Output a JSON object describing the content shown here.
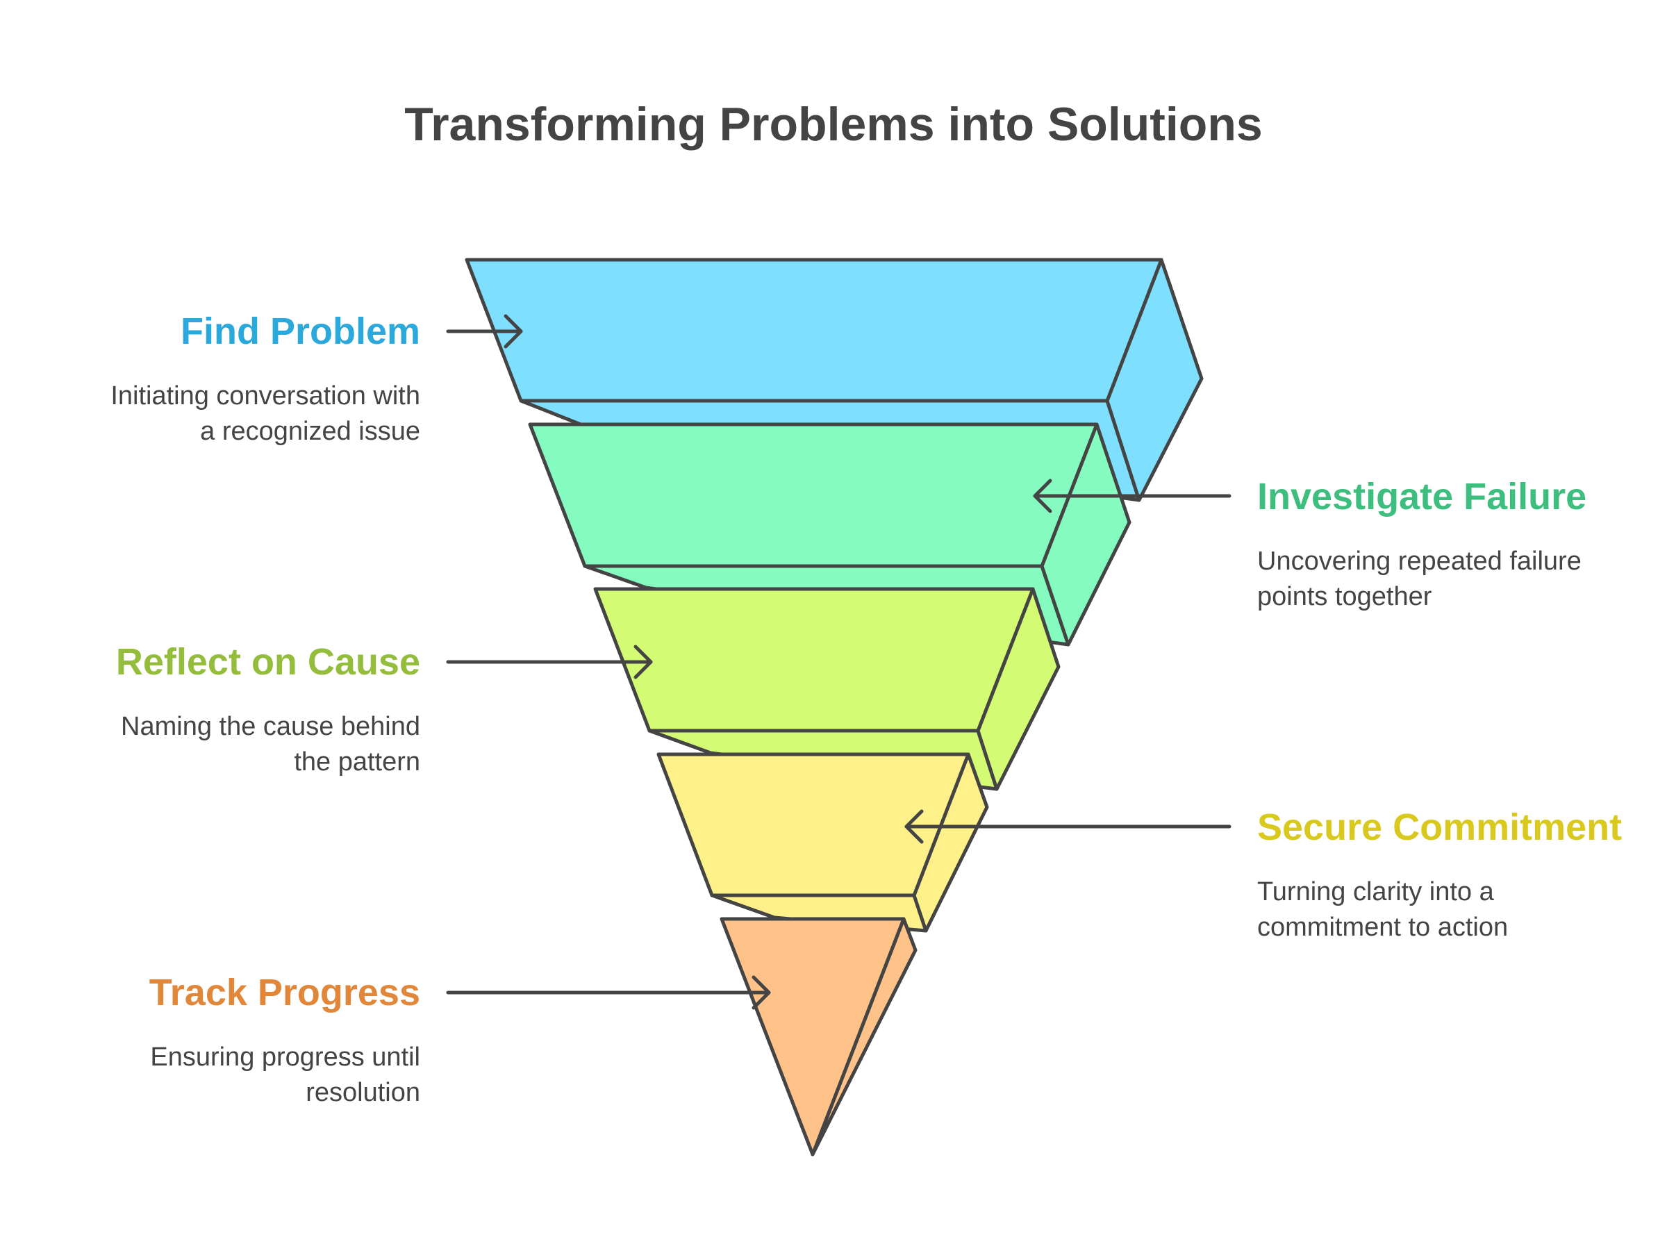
{
  "title": "Transforming Problems into Solutions",
  "stages": [
    {
      "label": "Find Problem",
      "description": "Initiating conversation with a recognized issue",
      "description_lines": [
        "Initiating conversation with",
        "a recognized issue"
      ],
      "color": "#2BA9DC",
      "fill": "#7FDFFF"
    },
    {
      "label": "Investigate Failure",
      "description": "Uncovering repeated failure points together",
      "description_lines": [
        "Uncovering repeated failure",
        "points together"
      ],
      "color": "#3DBE7E",
      "fill": "#85FBC0"
    },
    {
      "label": "Reflect on Cause",
      "description": "Naming the cause behind the pattern",
      "description_lines": [
        "Naming the cause behind",
        "the pattern"
      ],
      "color": "#93BD3A",
      "fill": "#D3FB74"
    },
    {
      "label": "Secure Commitment",
      "description": "Turning clarity into a commitment to action",
      "description_lines": [
        "Turning clarity into a",
        "commitment to action"
      ],
      "color": "#D9C91E",
      "fill": "#FFF189"
    },
    {
      "label": "Track Progress",
      "description": "Ensuring progress until resolution",
      "description_lines": [
        "Ensuring progress until",
        "resolution"
      ],
      "color": "#E0873A",
      "fill": "#FFC38A"
    }
  ],
  "stroke_color": "#444444"
}
